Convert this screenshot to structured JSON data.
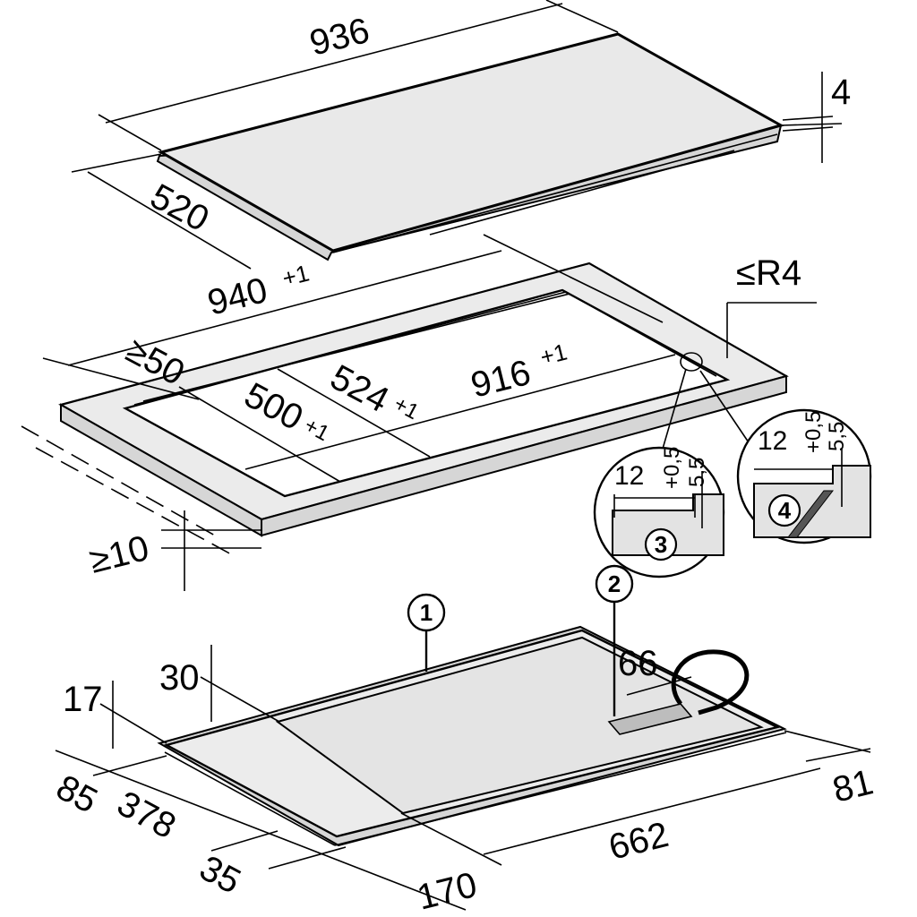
{
  "top_panel": {
    "width": "936",
    "depth": "520",
    "thickness": "4"
  },
  "cutout": {
    "outer_length": "940",
    "outer_length_tol": "+1",
    "radius": "≤R4",
    "edge_min": "≥50",
    "inner_depth": "524",
    "inner_depth_tol": "+1",
    "inner_length": "916",
    "inner_length_tol": "+1",
    "rebate_depth": "500",
    "rebate_depth_tol": "+1",
    "worktop_min": "≥10"
  },
  "details": [
    {
      "number": "3",
      "width": "12",
      "width_tol": "+0,5",
      "depth": "5,5"
    },
    {
      "number": "4",
      "width": "12",
      "width_tol": "+0,5",
      "depth": "5,5"
    }
  ],
  "bottom_view": {
    "callout_1": "1",
    "callout_2": "2",
    "dim_30": "30",
    "dim_17": "17",
    "dim_85": "85",
    "dim_378": "378",
    "dim_35": "35",
    "dim_170": "170",
    "dim_662": "662",
    "dim_66": "66",
    "dim_81": "81"
  },
  "colors": {
    "line": "#000000",
    "surface": "#e9e9e9",
    "background": "#ffffff"
  }
}
